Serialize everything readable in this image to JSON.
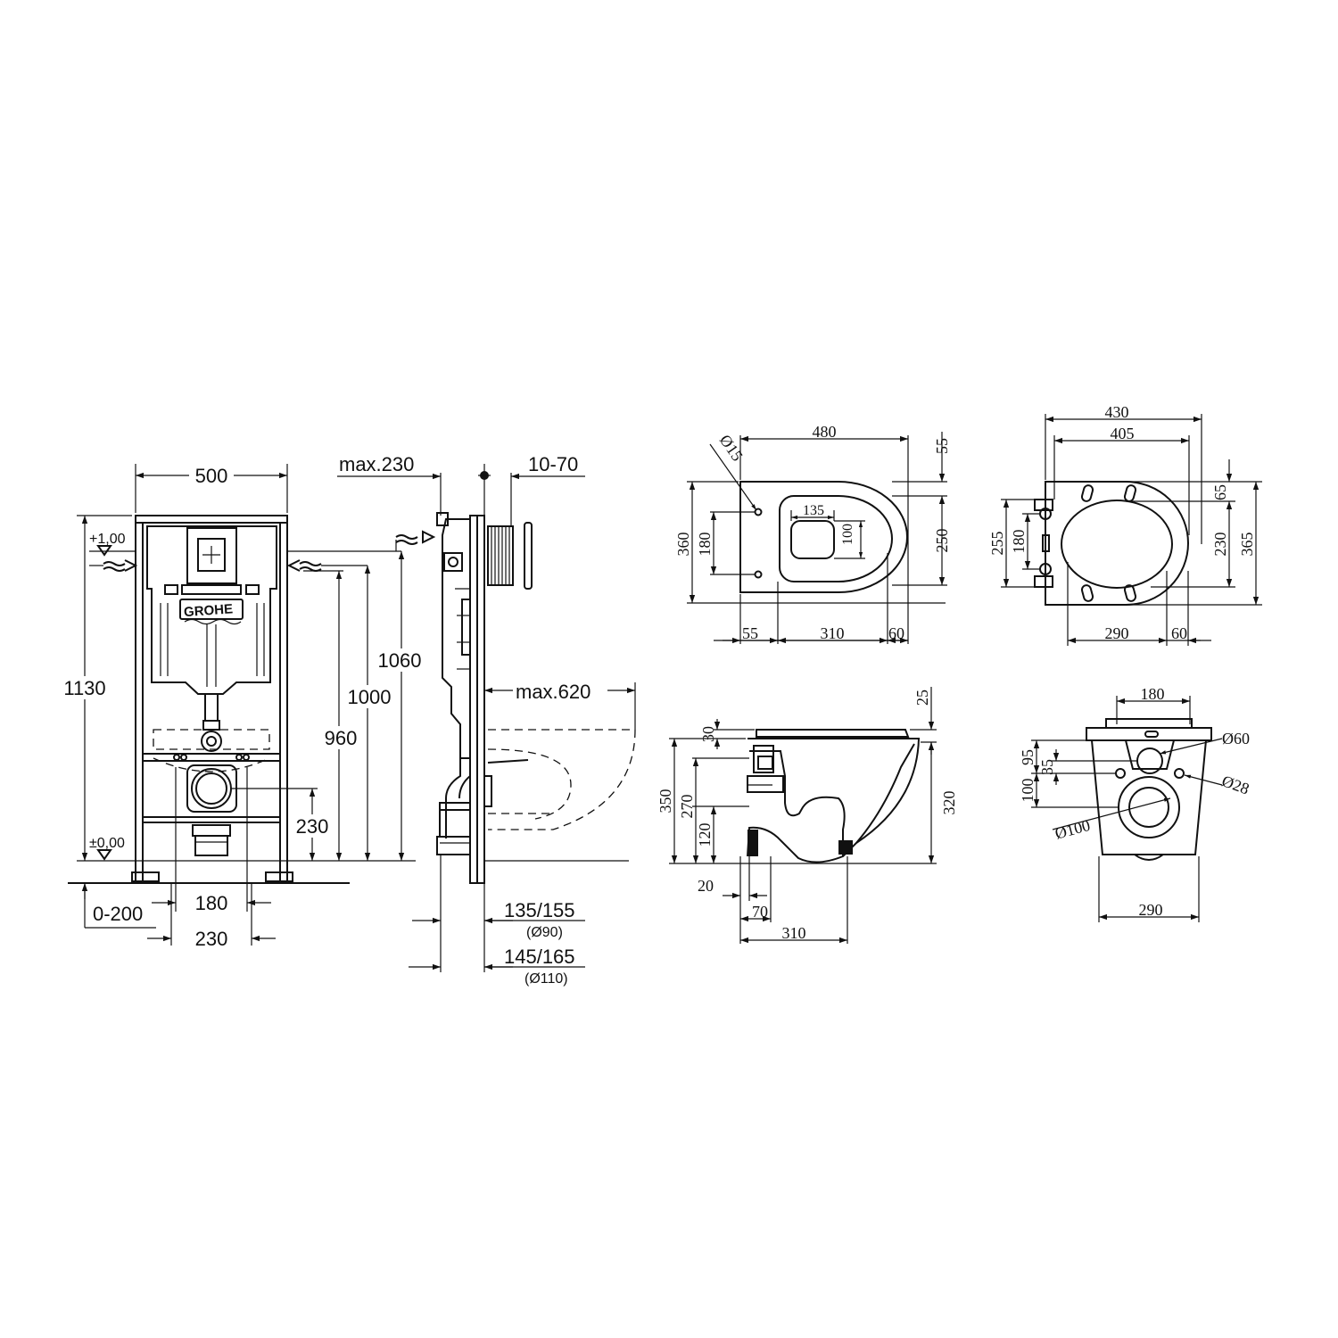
{
  "frame_front": {
    "width": "500",
    "height_total": "1130",
    "level_top": "+1,00",
    "level_zero": "±0,00",
    "dim_1060": "1060",
    "dim_1000": "1000",
    "dim_960": "960",
    "dim_230": "230",
    "dim_180": "180",
    "dim_230_bottom": "230",
    "dim_0_200": "0-200",
    "logo_text": "GROHE"
  },
  "frame_side": {
    "max_230": "max.230",
    "range_10_70": "10-70",
    "max_620": "max.620",
    "pipe_90": "135/155",
    "pipe_90_note": "(Ø90)",
    "pipe_110": "145/165",
    "pipe_110_note": "(Ø110)"
  },
  "bowl_top": {
    "length": "480",
    "hole": "Ø15",
    "inner_width": "135",
    "height": "360",
    "holes_spacing": "180",
    "inner_height": "100",
    "front_height": "250",
    "top_offset": "55",
    "left_offset": "55",
    "middle": "310",
    "right_offset": "60"
  },
  "seat_top": {
    "width_outer": "430",
    "width_inner": "405",
    "offset_top": "65",
    "height_255": "255",
    "holes_180": "180",
    "height_230": "230",
    "height_365": "365",
    "bottom_290": "290",
    "bottom_60": "60"
  },
  "bowl_side": {
    "top_25": "25",
    "seat_30": "30",
    "height_350": "350",
    "inlet_270": "270",
    "height_320": "320",
    "outlet_120": "120",
    "bottom_20": "20",
    "bottom_70": "70",
    "length_310": "310"
  },
  "bowl_rear": {
    "width_180": "180",
    "dia_60": "Ø60",
    "dim_95": "95",
    "dim_35": "35",
    "dia_28": "Ø28",
    "dim_100": "100",
    "dia_100": "Ø100",
    "width_290": "290"
  }
}
